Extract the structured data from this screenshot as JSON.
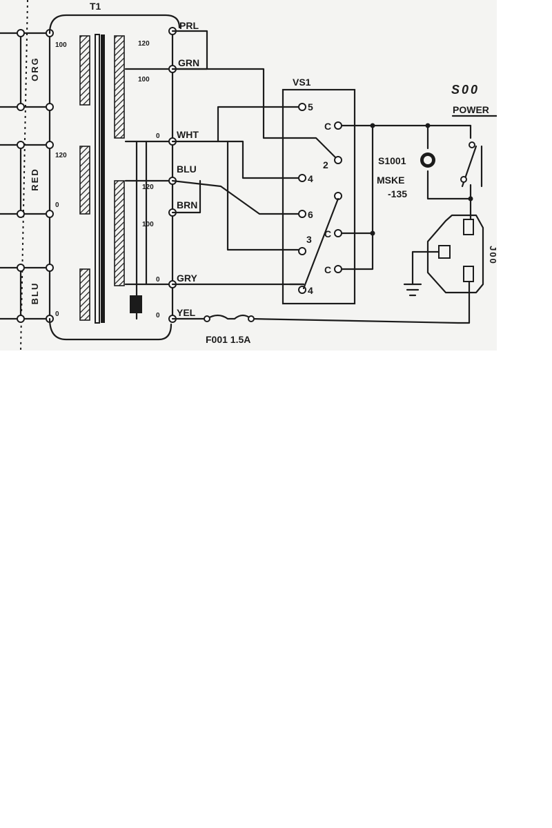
{
  "diagram": {
    "transformer": {
      "ref": "T1",
      "primary_wires": [
        "ORG",
        "RED",
        "BLU"
      ],
      "primary_taps": [
        "100",
        "120",
        "0",
        "0"
      ],
      "secondary_taps": [
        "120",
        "100",
        "0",
        "120",
        "100",
        "0",
        "0"
      ],
      "secondary_wires": [
        "PRL",
        "GRN",
        "WHT",
        "BLU",
        "BRN",
        "GRY",
        "YEL"
      ]
    },
    "selector_switch": {
      "ref": "VS1",
      "pins": [
        "5",
        "2",
        "4",
        "6",
        "3",
        "4"
      ],
      "common_labels": [
        "C",
        "C",
        "C"
      ]
    },
    "fuse_label": "F001 1.5A",
    "snubber": {
      "line1": "S1001",
      "line2": "MSKE",
      "line3": "-135"
    },
    "power_label": "S00",
    "power_switch_label": "POWER",
    "power_entry_label": "J00"
  }
}
